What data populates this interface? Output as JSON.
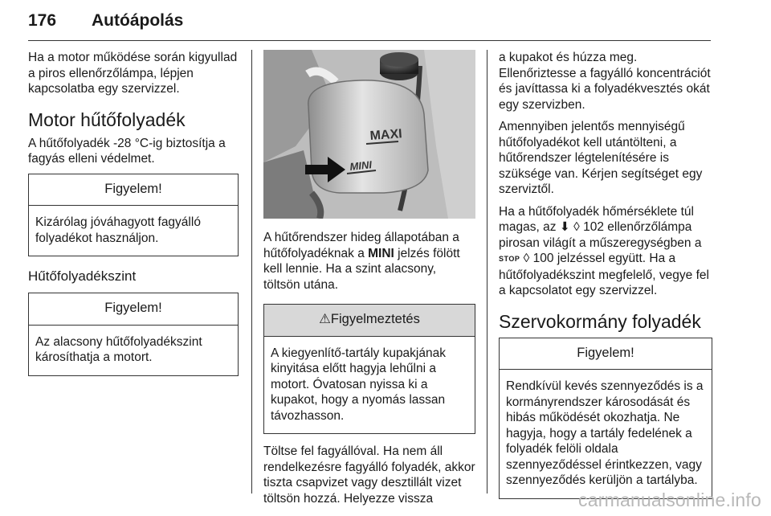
{
  "header": {
    "page_number": "176",
    "chapter_title": "Autóápolás"
  },
  "col1": {
    "intro": "Ha a motor működése során kigyullad a piros ellenőrzőlámpa, lépjen kapcsolatba egy szervizzel.",
    "section_title": "Motor hűtőfolyadék",
    "section_text": "A hűtőfolyadék -28 °C-ig biztosítja a fagyás elleni védelmet.",
    "notice1_title": "Figyelem!",
    "notice1_text": "Kizárólag jóváhagyott fagyálló folyadékot használjon.",
    "subsection_title": "Hűtőfolyadékszint",
    "notice2_title": "Figyelem!",
    "notice2_text": "Az alacsony hűtőfolyadékszint károsíthatja a motort."
  },
  "col2": {
    "photo_label_maxi": "MAXI",
    "photo_label_mini": "MINI",
    "text1_a": "A hűtőrendszer hideg állapotában a hűtőfolyadéknak a ",
    "text1_bold": "MINI",
    "text1_b": " jelzés fölött kell lennie. Ha a szint alacsony, töltsön utána.",
    "warning_title": "Figyelmeztetés",
    "warning_text": "A kiegyenlítő-tartály kupakjának kinyitása előtt hagyja lehűlni a motort. Óvatosan nyissa ki a kupakot, hogy a nyomás lassan távozhasson.",
    "text2": "Töltse fel fagyállóval. Ha nem áll rendelkezésre fagyálló folyadék, akkor tiszta csapvizet vagy desztillált vizet töltsön hozzá. Helyezze vissza"
  },
  "col3": {
    "p1": "a kupakot és húzza meg. Ellenőriztesse a fagyálló koncentrációt és javíttassa ki a folyadékvesztés okát egy szervizben.",
    "p2": "Amennyiben jelentős mennyiségű hűtőfolyadékot kell utántölteni, a hűtőrendszer légtelenítésére is szüksége van. Kérjen segítséget egy szerviztől.",
    "p3_a": "Ha a hűtőfolyadék hőmérséklete túl magas, az ",
    "p3_ref1": "102",
    "p3_b": " ellenőrzőlámpa pirosan világít a műszeregységben a ",
    "stop_label": "STOP",
    "p3_ref2": "100",
    "p3_c": " jelzéssel együtt. Ha a hűtőfolyadékszint megfelelő, vegye fel a kapcsolatot egy szervizzel.",
    "section_title": "Szervokormány folyadék",
    "notice_title": "Figyelem!",
    "notice_text": "Rendkívül kevés szennyeződés is a kormányrendszer károsodását és hibás működését okozhatja. Ne hagyja, hogy a tartály fedelének a folyadék felöli oldala szennyeződéssel érintkezzen, vagy szennyeződés kerüljön a tartályba."
  },
  "watermark": "carmanualsonline.info",
  "icons": [
    "temperature-warning-icon",
    "page-reference-icon",
    "warning-triangle-icon",
    "stop-icon"
  ]
}
